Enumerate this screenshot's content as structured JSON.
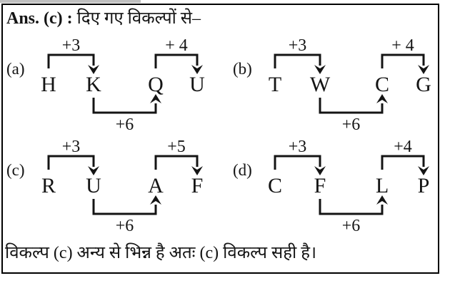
{
  "page": {
    "background": "#ffffff",
    "box_border_color": "#000000",
    "top_strip_color": "#bfbfbf",
    "text_color": "#141414"
  },
  "header": {
    "answer_label": "Ans. (c) :",
    "intro_text": "दिए गए विकल्पों से–"
  },
  "options": [
    {
      "id": "a",
      "label": "(a)",
      "letters": [
        "H",
        "K",
        "Q",
        "U"
      ],
      "top_left_step": "+3",
      "top_right_step": "+ 4",
      "bottom_step": "+6"
    },
    {
      "id": "b",
      "label": "(b)",
      "letters": [
        "T",
        "W",
        "C",
        "G"
      ],
      "top_left_step": "+3",
      "top_right_step": "+ 4",
      "bottom_step": "+6"
    },
    {
      "id": "c",
      "label": "(c)",
      "letters": [
        "R",
        "U",
        "A",
        "F"
      ],
      "top_left_step": "+3",
      "top_right_step": "+5",
      "bottom_step": "+6"
    },
    {
      "id": "d",
      "label": "(d)",
      "letters": [
        "C",
        "F",
        "L",
        "P"
      ],
      "top_left_step": "+3",
      "top_right_step": "+4",
      "bottom_step": "+6"
    }
  ],
  "footer": {
    "conclusion_text": "विकल्प (c) अन्य से भिन्न है अतः (c) विकल्प सही है।"
  }
}
